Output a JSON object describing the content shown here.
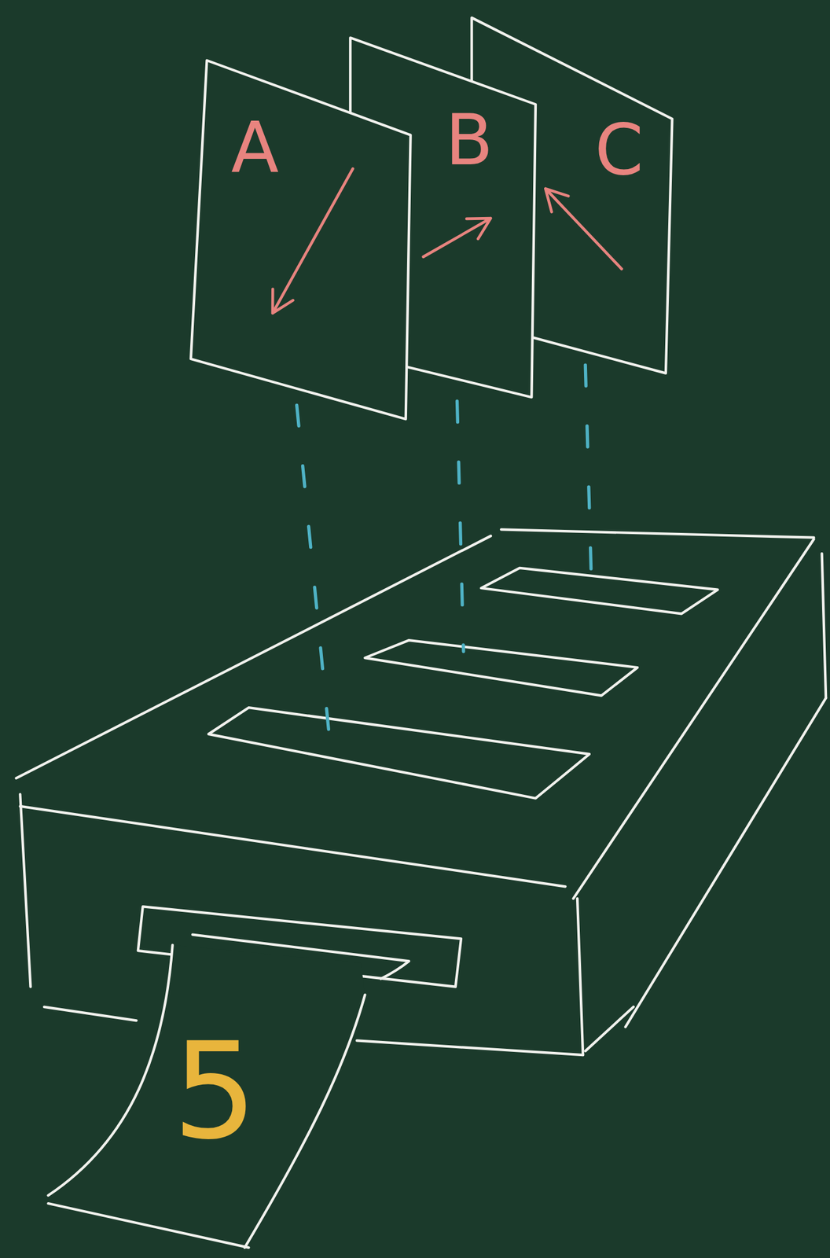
{
  "diagram": {
    "nodes": [
      {
        "text": [
          "A"
        ]
      },
      {
        "text": [
          "B"
        ]
      },
      {
        "text": [
          "C"
        ]
      },
      {
        "text": [
          "5"
        ]
      }
    ]
  }
}
